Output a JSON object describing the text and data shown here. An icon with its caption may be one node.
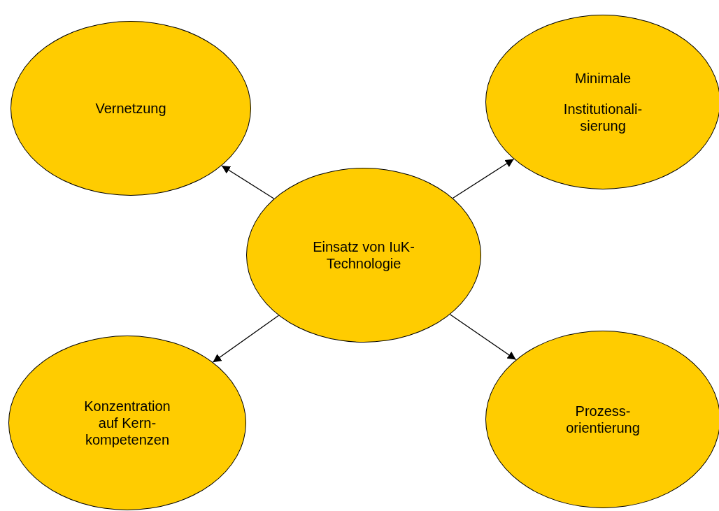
{
  "diagram": {
    "nodes": [
      {
        "text": [
          "Vernetzung"
        ]
      },
      {
        "text": [
          "Minimale",
          "Institutionali- sierung"
        ]
      },
      {
        "text": [
          "Einsatz von IuK- Technologie"
        ]
      },
      {
        "text": [
          "Konzentration auf Kern- kompetenzen"
        ]
      },
      {
        "text": [
          "Prozess- orientierung"
        ]
      }
    ],
    "edges": [
      {
        "from": 2,
        "to": 0,
        "arrow": "to"
      },
      {
        "from": 2,
        "to": 1,
        "arrow": "to"
      },
      {
        "from": 2,
        "to": 3,
        "arrow": "to"
      },
      {
        "from": 2,
        "to": 4,
        "arrow": "to"
      }
    ]
  }
}
